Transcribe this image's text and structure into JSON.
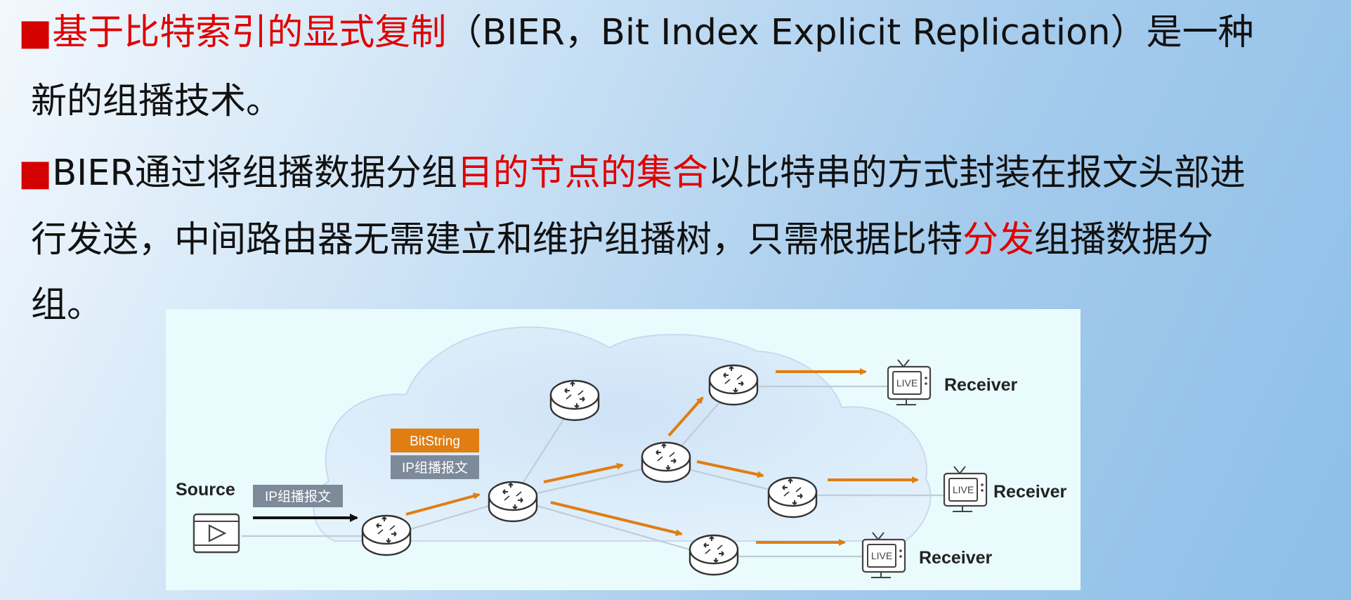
{
  "paragraph1": {
    "bullet": "■",
    "highlight": "基于比特索引的显式复制",
    "rest_line1": "（BIER，Bit Index Explicit Replication）是一种",
    "line2": "新的组播技术。"
  },
  "paragraph2": {
    "bullet": "■",
    "part1": "BIER通过将组播数据分组",
    "highlight1": "目的节点的集合",
    "part2": "以比特串的方式封装在报文头部进",
    "line2_part1": "行发送，中间路由器无需建立和维护组播树，只需根据比特",
    "highlight2": "分发",
    "line2_part2": "组播数据分",
    "line3": "组。"
  },
  "diagram": {
    "source_label": "Source",
    "packet_label_plain": "IP组播报文",
    "packet_label_bitstring": "BitString",
    "packet_label_ip": "IP组播报文",
    "receiver_labels": [
      "Receiver",
      "Receiver",
      "Receiver"
    ],
    "live_text": "LIVE",
    "colors": {
      "arrow": "#e07e12",
      "bitstring_bg": "#e07e12",
      "ip_tag_bg": "#7d8a99",
      "router_line": "#333333",
      "link": "#c0ccd8"
    }
  }
}
